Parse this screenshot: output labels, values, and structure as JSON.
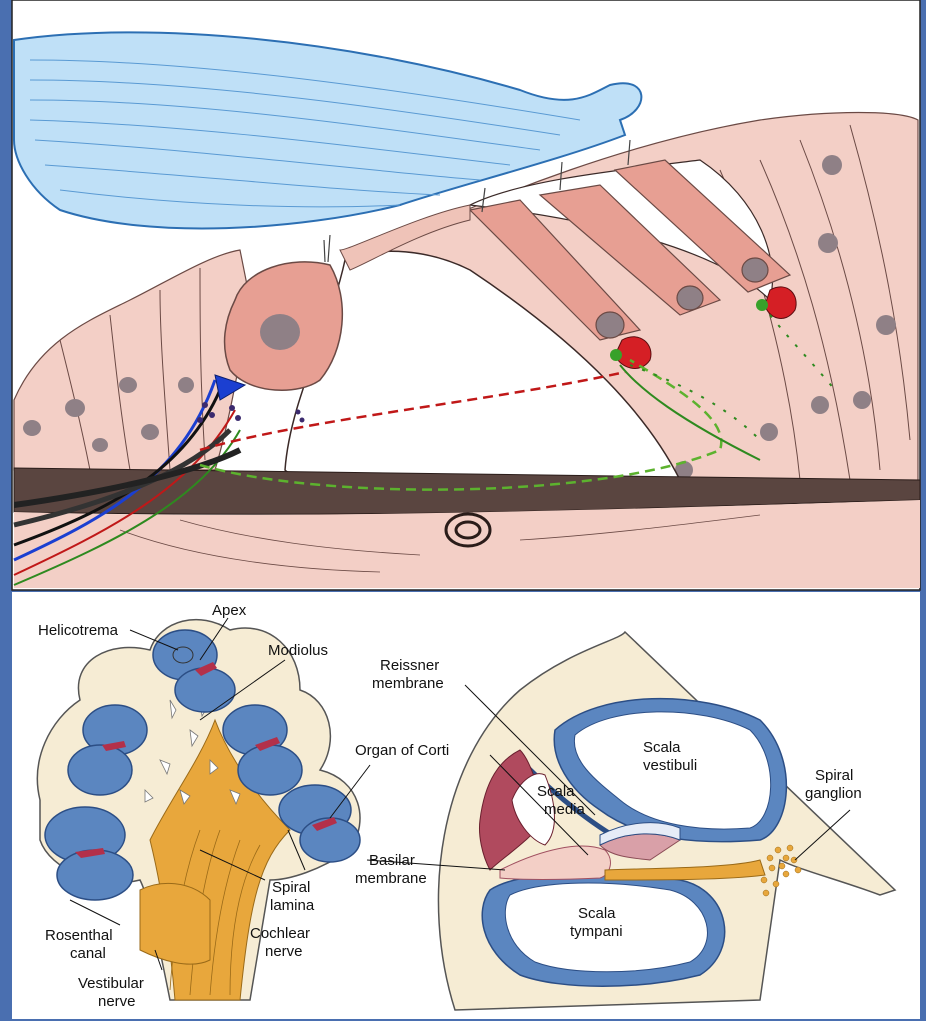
{
  "labels": {
    "apex": "Apex",
    "helicotrema": "Helicotrema",
    "modiolus": "Modiolus",
    "reissner_1": "Reissner",
    "reissner_2": "membrane",
    "organ_of_corti": "Organ of Corti",
    "scala_vestibuli_1": "Scala",
    "scala_vestibuli_2": "vestibuli",
    "scala_media_1": "Scala",
    "scala_media_2": "media",
    "spiral_ganglion_1": "Spiral",
    "spiral_ganglion_2": "ganglion",
    "basilar_1": "Basilar",
    "basilar_2": "membrane",
    "spiral_lamina_1": "Spiral",
    "spiral_lamina_2": "lamina",
    "rosenthal_1": "Rosenthal",
    "rosenthal_2": "canal",
    "cochlear_nerve_1": "Cochlear",
    "cochlear_nerve_2": "nerve",
    "vestibular_nerve_1": "Vestibular",
    "vestibular_nerve_2": "nerve",
    "scala_tympani_1": "Scala",
    "scala_tympani_2": "tympani"
  },
  "colors": {
    "background": "#4a6fb0",
    "tectorial": "#bfe0f7",
    "tissue": "#f3cfc6",
    "hair_cell": "#e79f93",
    "nucleus": "#8f8086",
    "duct_blue": "#5b86c0",
    "bone": "#f6ecd4",
    "nerve": "#e8a73c",
    "stria": "#b04a5e"
  }
}
